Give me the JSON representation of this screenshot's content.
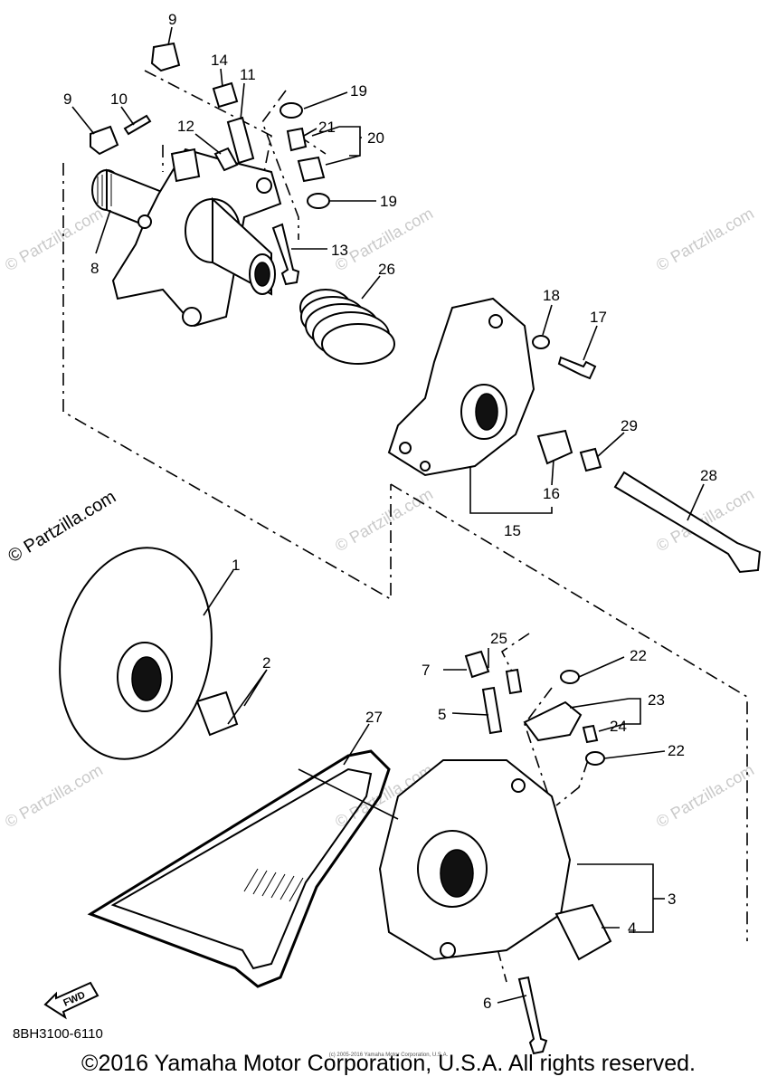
{
  "diagram": {
    "watermark_main": "© Partzilla.com",
    "watermark_faint": "© Partzilla.com",
    "code": "8BH3100-6110",
    "fwd_label": "FWD",
    "callouts": {
      "c1": "1",
      "c2": "2",
      "c3": "3",
      "c4": "4",
      "c5": "5",
      "c6": "6",
      "c7": "7",
      "c8": "8",
      "c9a": "9",
      "c9b": "9",
      "c10": "10",
      "c11": "11",
      "c12": "12",
      "c13": "13",
      "c14": "14",
      "c15": "15",
      "c16": "16",
      "c17": "17",
      "c18": "18",
      "c19a": "19",
      "c19b": "19",
      "c20": "20",
      "c21": "21",
      "c22a": "22",
      "c22b": "22",
      "c23": "23",
      "c24": "24",
      "c25": "25",
      "c26": "26",
      "c27": "27",
      "c28": "28",
      "c29": "29"
    },
    "small_notice": "(c) 2005-2016 Yamaha Motor Corporation, U.S.A.",
    "copyright": "©2016 Yamaha Motor Corporation, U.S.A. All rights reserved."
  }
}
